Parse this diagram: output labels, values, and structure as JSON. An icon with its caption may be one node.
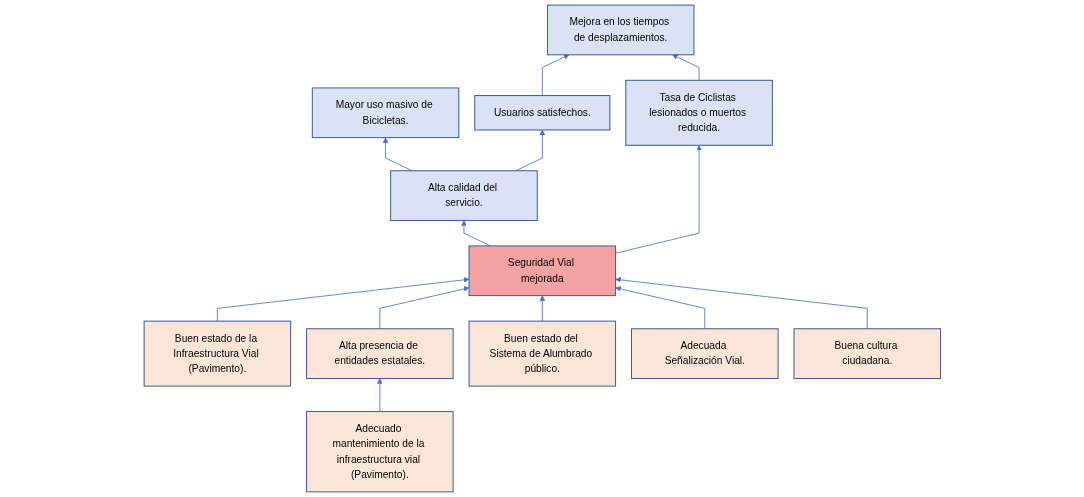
{
  "diagram": {
    "nodes": [
      {
        "text": [
          "Mayor uso masivo de Bicicletas."
        ]
      },
      {
        "text": [
          "Mejora en los tiempos de desplazamientos."
        ]
      },
      {
        "text": [
          "Usuarios satisfechos."
        ]
      },
      {
        "text": [
          "Alta calidad del servicio."
        ]
      },
      {
        "text": [
          "Tasa de Ciclistas lesionados o muertos reducida."
        ]
      },
      {
        "text": [
          "Seguridad Vial mejorada"
        ]
      },
      {
        "text": [
          "Buen estado de la Infraestructura Vial (Pavimento)."
        ]
      },
      {
        "text": [
          "Alta presencia de entidades estatales."
        ]
      },
      {
        "text": [
          "Buen estado del Sistema de Alumbrado público."
        ]
      },
      {
        "text": [
          "Adecuada Señalización Vial."
        ]
      },
      {
        "text": [
          "Buena cultura ciudadana."
        ]
      },
      {
        "text": [
          "Adecuado mantenimiento de la infraestructura vial (Pavimento)."
        ]
      }
    ],
    "edges": [
      {
        "from": 3,
        "to": 0,
        "arrow": "to"
      },
      {
        "from": 3,
        "to": 2,
        "arrow": "to"
      },
      {
        "from": 2,
        "to": 1,
        "arrow": "to"
      },
      {
        "from": 4,
        "to": 1,
        "arrow": "to"
      },
      {
        "from": 5,
        "to": 3,
        "arrow": "to"
      },
      {
        "from": 5,
        "to": 4,
        "arrow": "to"
      },
      {
        "from": 6,
        "to": 5,
        "arrow": "to"
      },
      {
        "from": 7,
        "to": 5,
        "arrow": "to"
      },
      {
        "from": 8,
        "to": 5,
        "arrow": "to"
      },
      {
        "from": 9,
        "to": 5,
        "arrow": "to"
      },
      {
        "from": 10,
        "to": 5,
        "arrow": "to"
      },
      {
        "from": 11,
        "to": 7,
        "arrow": "to"
      }
    ]
  }
}
